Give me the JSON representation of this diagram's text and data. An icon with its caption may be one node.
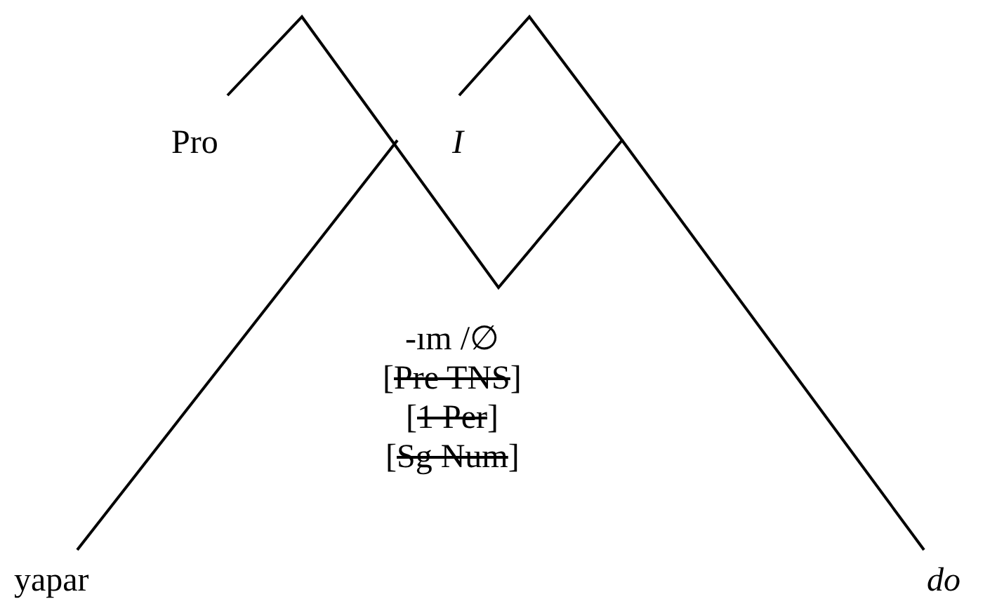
{
  "diagram": {
    "labels": [
      "Pro",
      "I",
      "-ım /∅",
      "[Pre TNS]",
      "[1 Per]",
      "[Sg Num]",
      "yapar",
      "do"
    ]
  }
}
